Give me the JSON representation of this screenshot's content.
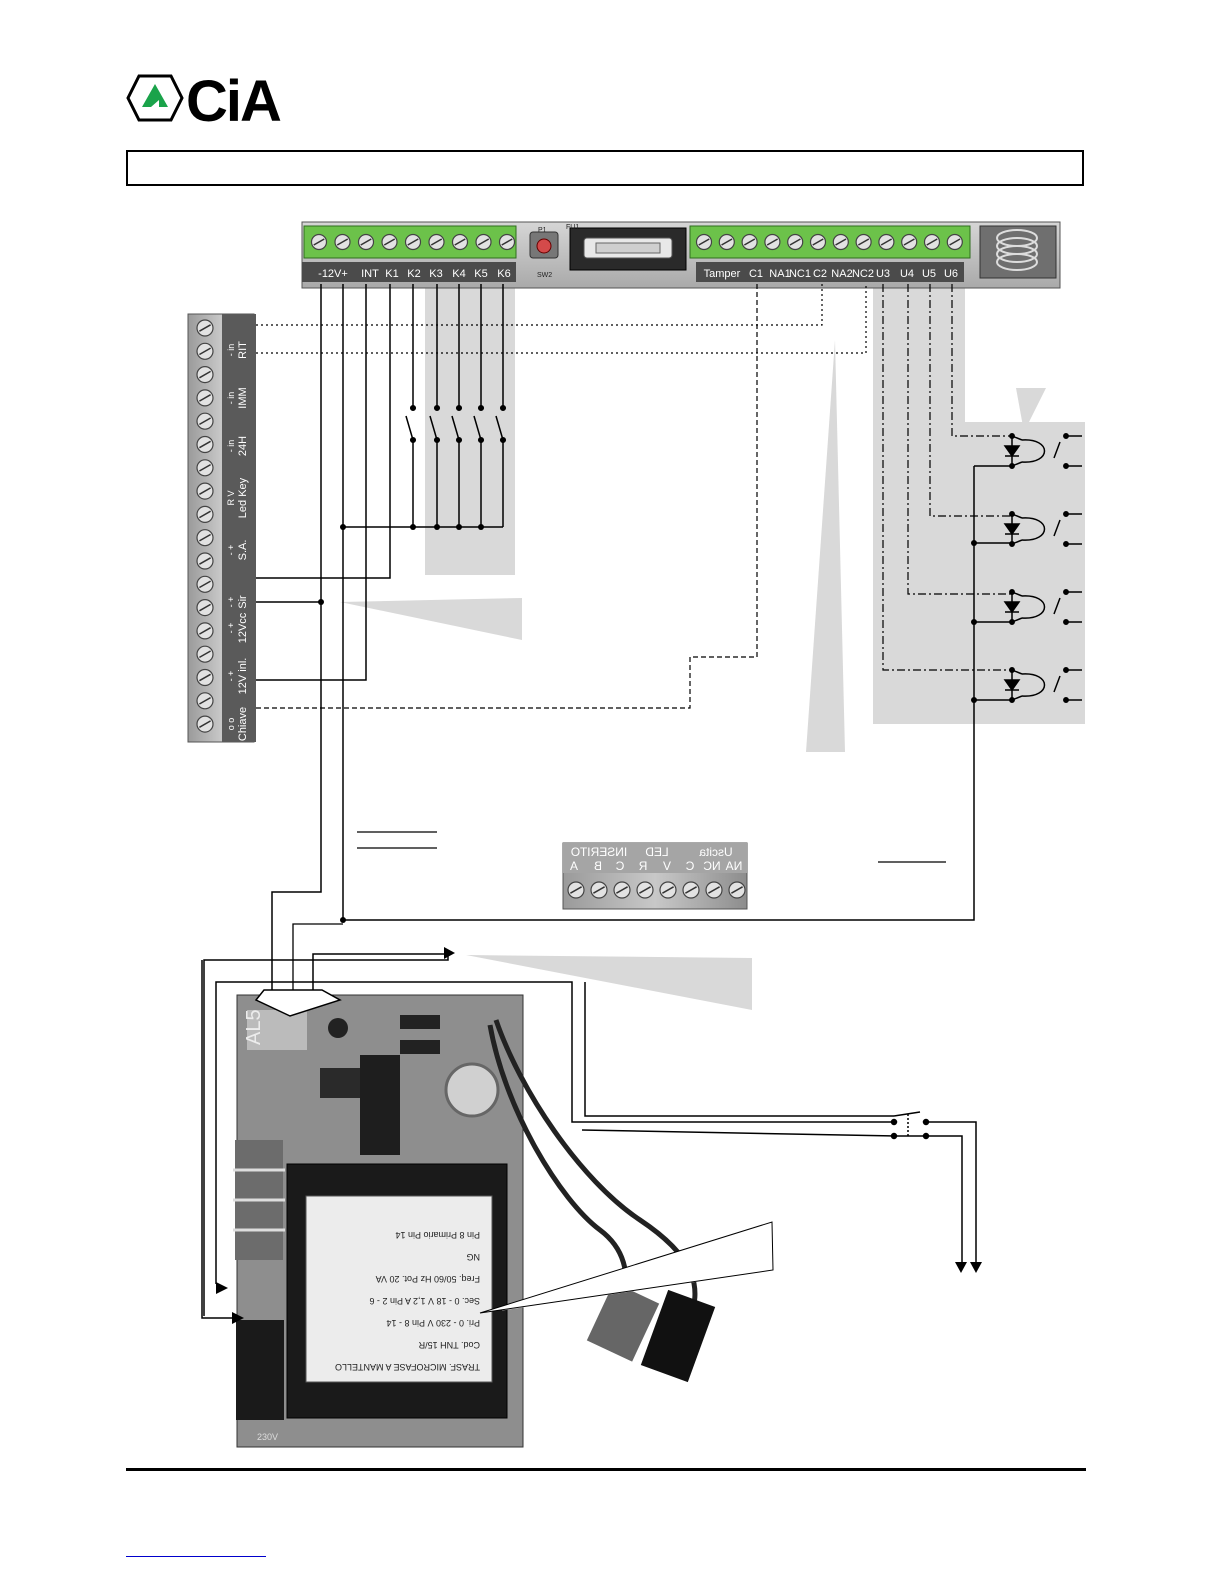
{
  "header": {
    "logo_text": "CiA",
    "title": ""
  },
  "control_board": {
    "left_terminals": [
      "-12V+",
      "INT",
      "K1",
      "K2",
      "K3",
      "K4",
      "K5",
      "K6"
    ],
    "right_terminals": [
      "Tamper",
      "C1",
      "NA1",
      "NC1",
      "C2",
      "NA2",
      "NC2",
      "U3",
      "U4",
      "U5",
      "U6"
    ],
    "button_labels": [
      "P1",
      "SW2"
    ],
    "fuse_label": "FU1"
  },
  "key_module": {
    "terminals": [
      {
        "label": "RIT",
        "pins": "- in"
      },
      {
        "label": "IMM",
        "pins": "- in"
      },
      {
        "label": "24H",
        "pins": "- in"
      },
      {
        "label": "Led Key",
        "pins": "R V"
      },
      {
        "label": "S.A.",
        "pins": "- +"
      },
      {
        "label": "Sir",
        "pins": "- +"
      },
      {
        "label": "12Vcc",
        "pins": "- +"
      },
      {
        "label": "12V inl.",
        "pins": "- +"
      },
      {
        "label": "Chiave",
        "pins": "o o"
      }
    ]
  },
  "remote_terminal": {
    "groups": [
      {
        "label": "INSERITO",
        "pins": [
          "A",
          "B",
          "C"
        ]
      },
      {
        "label": "LED",
        "pins": [
          "R",
          "V"
        ]
      },
      {
        "label": "Uscita",
        "pins": [
          "C",
          "NC",
          "NA"
        ]
      }
    ]
  },
  "power_supply": {
    "board_label": "AL5",
    "transformer_lines": [
      "TRASF. MICROFASE A MANTELLO",
      "Cod. TNH 15/R",
      "Pri. 0 - 230 V    Pin 8 - 14",
      "Sec. 0 - 18 V  1,2 A    Pin 2 - 6",
      "Freq. 50/60 Hz  Pot. 20 VA",
      "NG",
      "Pin 8  Primario    Pin 14"
    ],
    "bottom_label": "230V"
  }
}
